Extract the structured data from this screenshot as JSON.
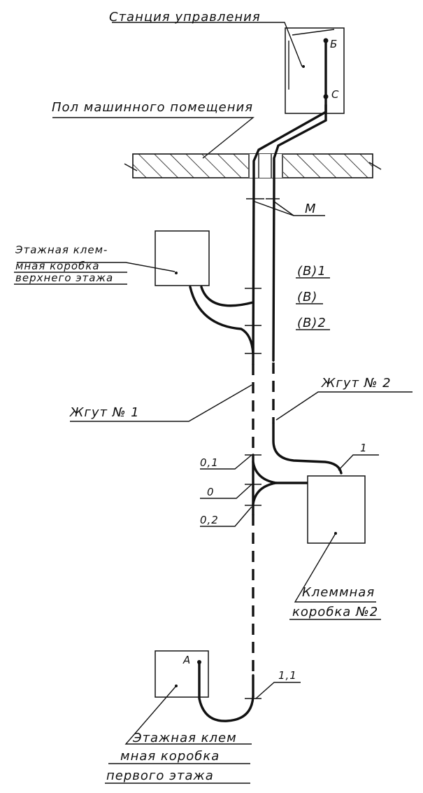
{
  "labels": {
    "station": "Станция управления",
    "station_b": "Б",
    "station_c": "С",
    "floor": "Пол машинного помещения",
    "m": "М",
    "upper_box_1": "Этажная клем-",
    "upper_box_2": "мная коробка",
    "upper_box_3": "верхнего этажа",
    "v1": "(В)1",
    "v": "(В)",
    "v2": "(В)2",
    "harness2": "Жгут № 2",
    "harness1": "Жгут № 1",
    "mark_1": "1",
    "mark_01": "0,1",
    "mark_0": "0",
    "mark_02": "0,2",
    "box2_1": "Клеммная",
    "box2_2": "коробка №2",
    "mark_a": "А",
    "mark_11": "1,1",
    "first_box_1": "Этажная клем",
    "first_box_2": "мная коробка",
    "first_box_3": "первого этажа"
  }
}
